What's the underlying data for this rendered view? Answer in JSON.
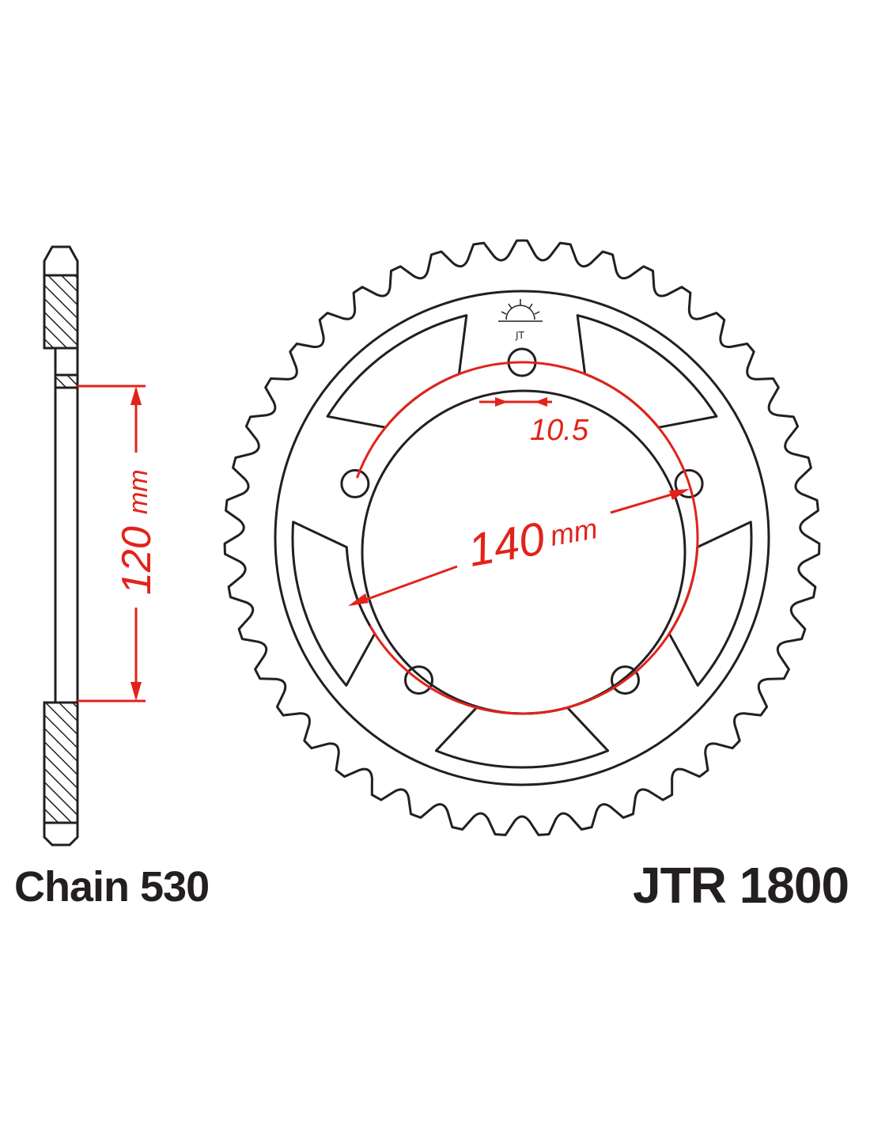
{
  "diagram": {
    "chain_label": "Chain 530",
    "part_number": "JTR 1800",
    "dimensions": {
      "side_value": "120",
      "side_unit": "mm",
      "pcd_value": "140",
      "pcd_unit": "mm",
      "bolt_hole": "10.5"
    },
    "tooth_count": 43,
    "bolt_count": 5,
    "colors": {
      "line": "#231f20",
      "dimension": "#e2231a",
      "background": "#ffffff"
    }
  }
}
